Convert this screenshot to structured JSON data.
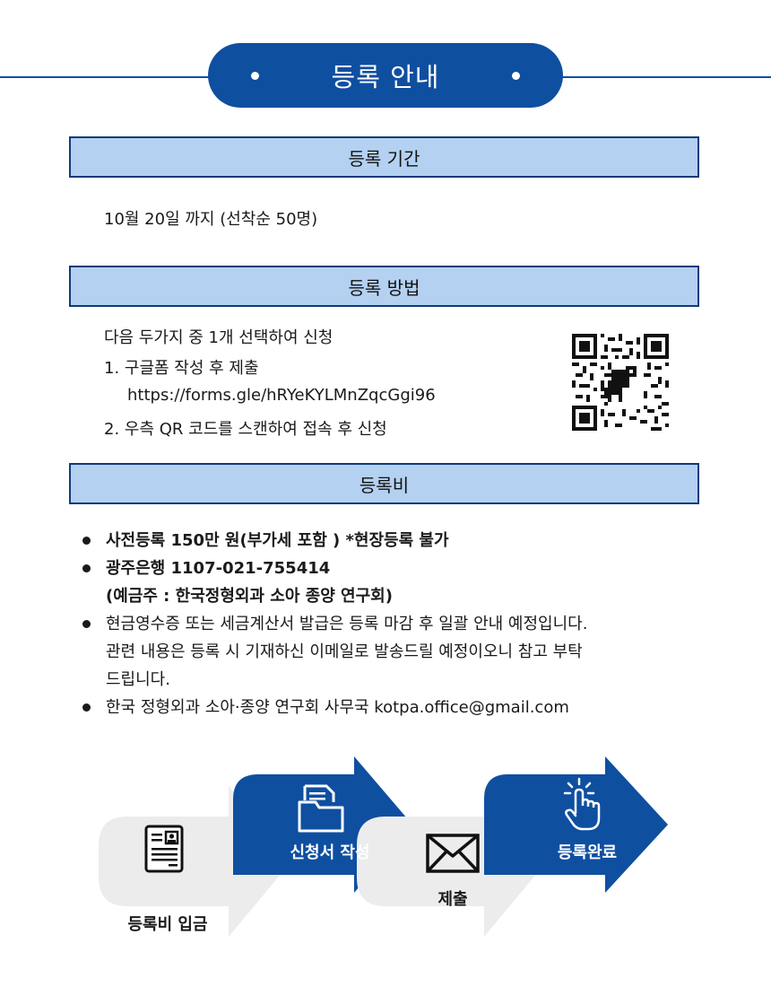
{
  "title": "등록 안내",
  "sections": {
    "period": {
      "heading": "등록 기간",
      "text": "10월 20일 까지 (선착순 50명)"
    },
    "method": {
      "heading": "등록 방법",
      "lines": [
        "다음 두가지 중 1개 선택하여 신청",
        "1. 구글폼 작성 후 제출",
        "https://forms.gle/hRYeKYLMnZqcGgi96",
        "2. 우측  QR 코드를 스캔하여 접속 후 신청"
      ]
    },
    "fee": {
      "heading": "등록비",
      "items": [
        {
          "text": "사전등록 150만 원(부가세 포함 )   *현장등록 불가"
        },
        {
          "text": "광주은행 1107-021-755414",
          "sub": "(예금주 : 한국정형외과 소아 종양 연구회)"
        },
        {
          "text": "현금영수증 또는 세금계산서 발급은 등록 마감 후 일괄 안내 예정입니다.",
          "sub": "관련 내용은 등록 시 기재하신 이메일로 발송드릴 예정이오니 참고 부탁",
          "sub2": "드립니다."
        },
        {
          "text": "한국 정형외과 소아·종양 연구회 사무국 kotpa.office@gmail.com"
        }
      ]
    }
  },
  "steps": [
    {
      "label": "등록비 입금",
      "icon": "document-profile-icon"
    },
    {
      "label": "신청서 작성",
      "icon": "folder-document-icon"
    },
    {
      "label": "제출",
      "icon": "envelope-icon"
    },
    {
      "label": "등록완료",
      "icon": "tap-hand-icon"
    }
  ],
  "colors": {
    "primary": "#0f4fa0",
    "header_fill": "#b4d1f1",
    "step_gray": "#eeeeee"
  }
}
